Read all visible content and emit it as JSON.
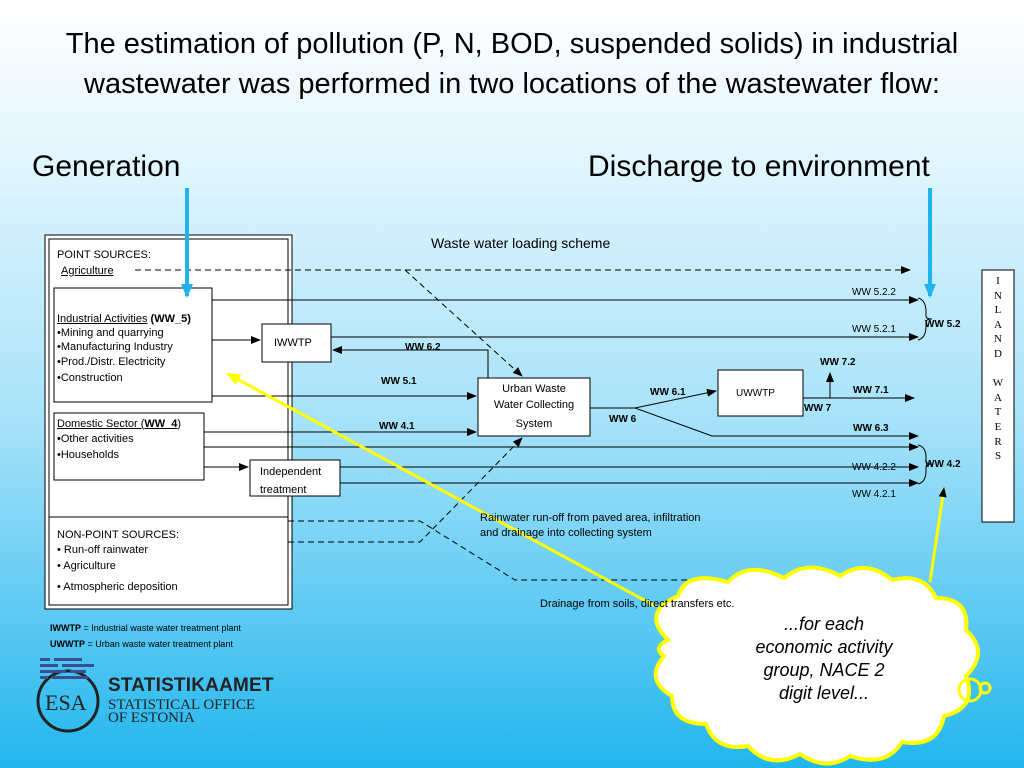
{
  "slide": {
    "title": "The estimation of pollution (P, N, BOD, suspended solids) in industrial wastewater was performed in two locations of the wastewater flow:",
    "generation": "Generation",
    "discharge": "Discharge to environment"
  },
  "diagram": {
    "scheme_title": "Waste water loading scheme",
    "point_sources": "POINT SOURCES:",
    "agriculture": "Agriculture",
    "industrial_heading": "Industrial Activities",
    "industrial_code": "(WW_5)",
    "industrial_items": [
      "•Mining and quarrying",
      "•Manufacturing Industry",
      "•Prod./Distr. Electricity",
      "•Construction"
    ],
    "domestic_heading": "Domestic Sector (",
    "domestic_code": "WW_4",
    "domestic_close": ")",
    "domestic_items": [
      "•Other activities",
      "•Households"
    ],
    "non_point_heading": "NON-POINT SOURCES:",
    "non_point_items": [
      "• Run-off rainwater",
      "• Agriculture",
      "• Atmospheric deposition"
    ],
    "iwwtp": "IWWTP",
    "independent_1": "Independent",
    "independent_2": "treatment",
    "urban_1": "Urban Waste",
    "urban_2": "Water Collecting",
    "urban_3": "System",
    "uwwtp": "UWWTP",
    "rainwater_1": "Rainwater run-off from paved area, infiltration",
    "rainwater_2": "and drainage into collecting system",
    "drainage": "Drainage from soils, direct transfers etc.",
    "inland_letters": [
      "I",
      "N",
      "L",
      "A",
      "N",
      "D",
      "",
      "W",
      "A",
      "T",
      "E",
      "R",
      "S"
    ],
    "labels": {
      "ww_5_2_2": "WW 5.2.2",
      "ww_5_2_1": "WW 5.2.1",
      "ww_5_2": "WW 5.2",
      "ww_6_2": "WW 6.2",
      "ww_7_2": "WW 7.2",
      "ww_5_1": "WW 5.1",
      "ww_6_1": "WW 6.1",
      "ww_7_1": "WW 7.1",
      "ww_7": "WW 7",
      "ww_6": "WW 6",
      "ww_4_1": "WW 4.1",
      "ww_6_3": "WW 6.3",
      "ww_4_2_2": "WW 4.2.2",
      "ww_4_2": "WW 4.2",
      "ww_4_2_1": "WW 4.2.1"
    }
  },
  "legend": {
    "iwwtp_abbr": "IWWTP",
    "iwwtp_def": " = Industrial waste water treatment plant",
    "uwwtp_abbr": "UWWTP",
    "uwwtp_def": " = Urban waste water treatment plant"
  },
  "callout": {
    "text": "...for each economic activity group, NACE 2 digit level..."
  },
  "logo": {
    "esa": "ESA",
    "word1": "STATISTIKAAMET",
    "word2": "STATISTICAL OFFICE",
    "word3": "OF ESTONIA"
  },
  "colors": {
    "arrow_blue": "#1fb4ec",
    "callout_yellow": "#ffff00"
  }
}
